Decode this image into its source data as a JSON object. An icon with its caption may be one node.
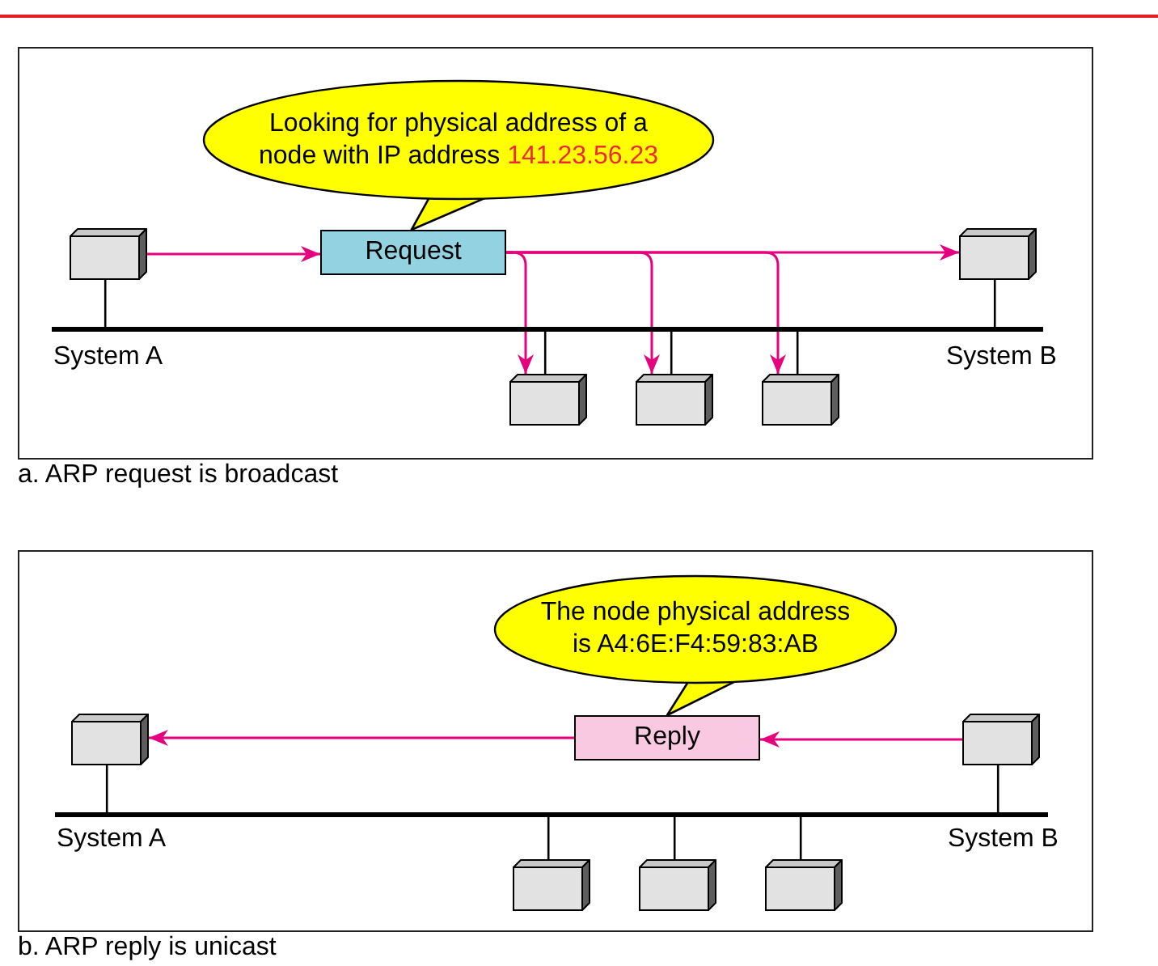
{
  "diagram": {
    "nodes": [
      {
        "text": [
          "a. ARP request is broadcast"
        ]
      },
      {
        "text": [
          "Looking for physical address of a node with IP address 141.23.56.23"
        ],
        "in": 0
      },
      {
        "text": [],
        "shape": "box",
        "in": 0
      },
      {
        "text": [
          "Request"
        ],
        "in": 0
      },
      {
        "text": [],
        "shape": "box",
        "in": 0
      },
      {
        "text": [],
        "shape": "bar",
        "in": 0
      },
      {
        "text": [],
        "shape": "box",
        "in": 0
      },
      {
        "text": [],
        "shape": "box",
        "in": 0
      },
      {
        "text": [],
        "shape": "box",
        "in": 0
      },
      {
        "text": [
          "b. ARP reply is unicast"
        ]
      },
      {
        "text": [
          "The node physical address is A4:6E:F4:59:83:AB"
        ],
        "in": 9
      },
      {
        "text": [],
        "shape": "box",
        "in": 9
      },
      {
        "text": [
          "Reply"
        ],
        "in": 9
      },
      {
        "text": [],
        "shape": "box",
        "in": 9
      },
      {
        "text": [],
        "shape": "bar",
        "in": 9
      },
      {
        "text": [],
        "shape": "box",
        "in": 9
      },
      {
        "text": [],
        "shape": "box",
        "in": 9
      },
      {
        "text": [],
        "shape": "box",
        "in": 9
      }
    ],
    "edges": [
      {
        "from": 1,
        "to": 3,
        "arrow": "none"
      },
      {
        "from": 2,
        "to": 3,
        "arrow": "to",
        "color": "#e5007d"
      },
      {
        "from": 3,
        "to": 4,
        "arrow": "to",
        "color": "#e5007d"
      },
      {
        "from": 3,
        "to": 6,
        "arrow": "to",
        "color": "#e5007d"
      },
      {
        "from": 3,
        "to": 7,
        "arrow": "to",
        "color": "#e5007d"
      },
      {
        "from": 3,
        "to": 8,
        "arrow": "to",
        "color": "#e5007d"
      },
      {
        "from": 2,
        "to": 5,
        "arrow": "none"
      },
      {
        "from": 4,
        "to": 5,
        "arrow": "none"
      },
      {
        "from": 6,
        "to": 5,
        "arrow": "none"
      },
      {
        "from": 7,
        "to": 5,
        "arrow": "none"
      },
      {
        "from": 8,
        "to": 5,
        "arrow": "none"
      },
      {
        "from": 10,
        "to": 12,
        "arrow": "none"
      },
      {
        "from": 13,
        "to": 12,
        "arrow": "to",
        "color": "#e5007d"
      },
      {
        "from": 12,
        "to": 11,
        "arrow": "to",
        "color": "#e5007d"
      },
      {
        "from": 11,
        "to": 14,
        "arrow": "none"
      },
      {
        "from": 13,
        "to": 14,
        "arrow": "none"
      },
      {
        "from": 15,
        "to": 14,
        "arrow": "none"
      },
      {
        "from": 16,
        "to": 14,
        "arrow": "none"
      },
      {
        "from": 17,
        "to": 14,
        "arrow": "none"
      }
    ],
    "labels": [
      "System A",
      "System B",
      "System A",
      "System B"
    ]
  }
}
